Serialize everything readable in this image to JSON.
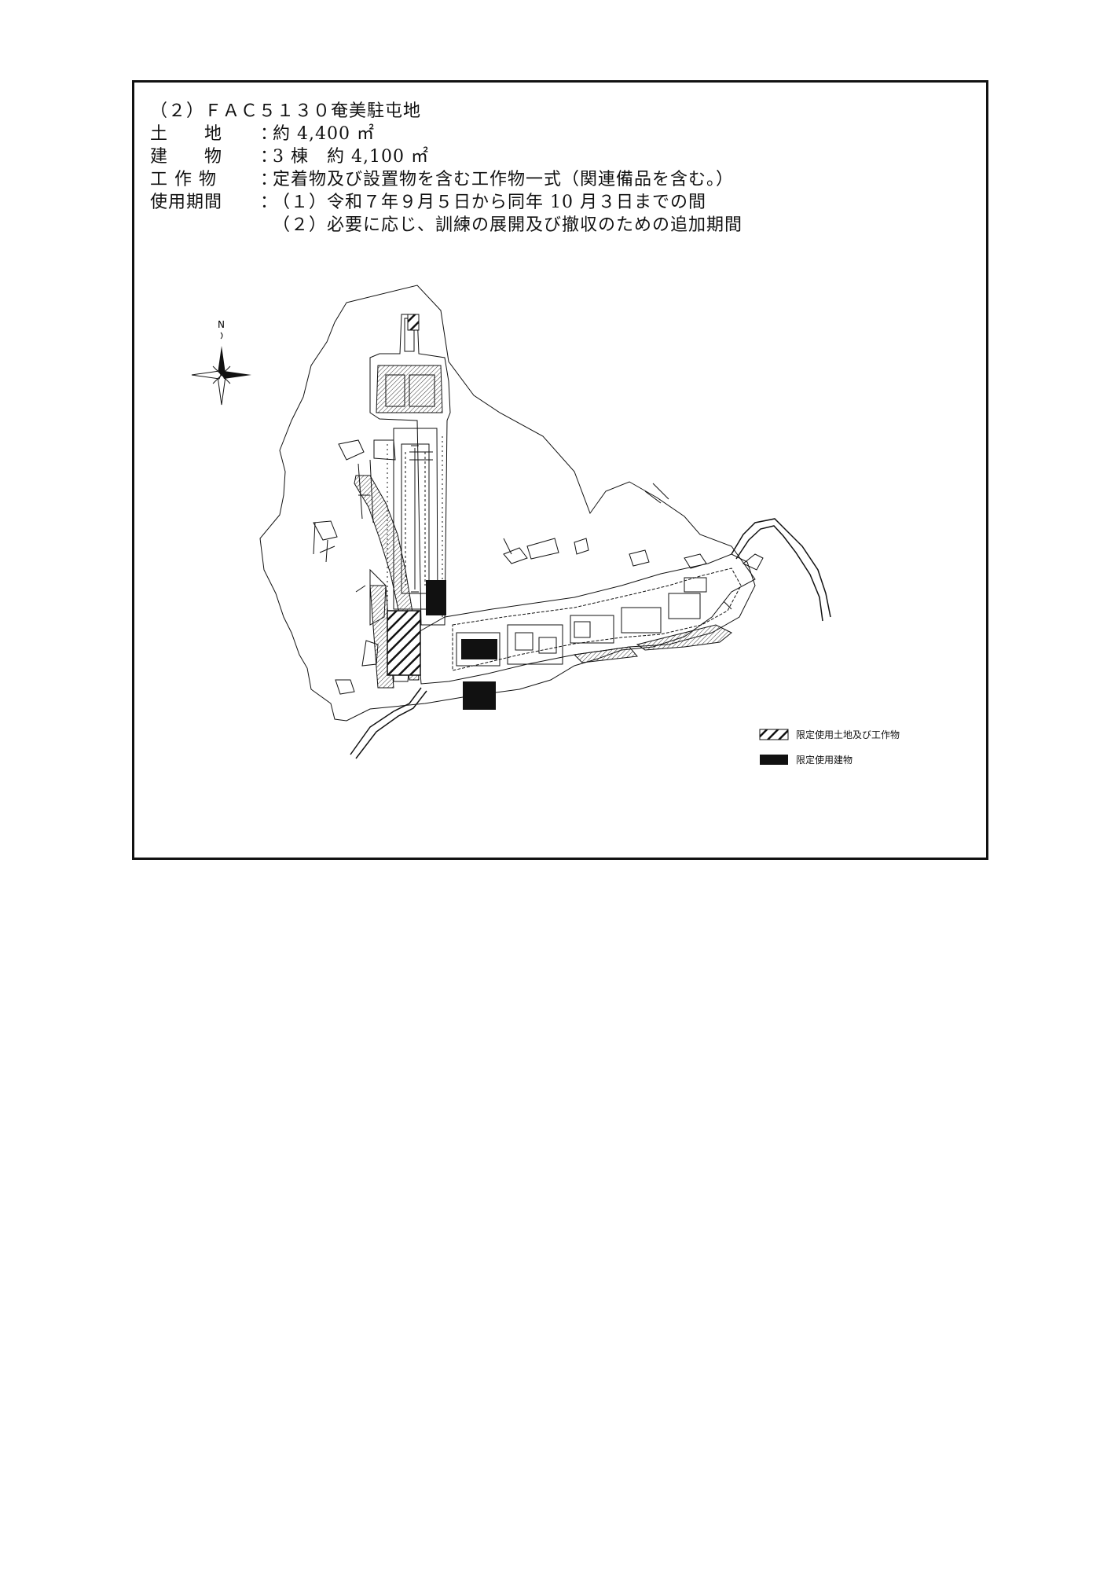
{
  "document": {
    "title": "（２）ＦＡＣ５１３０奄美駐屯地",
    "rows": [
      {
        "label": "土　　地",
        "value": "約 4,400 ㎡"
      },
      {
        "label": "建　　物",
        "value": "3 棟　約 4,100 ㎡"
      },
      {
        "label": "工 作 物",
        "value": "定着物及び設置物を含む工作物一式（関連備品を含む。）"
      },
      {
        "label": "使用期間",
        "value": "（１）令和７年９月５日から同年 10 月３日までの間"
      }
    ],
    "continuation": "（２）必要に応じ、訓練の展開及び撤収のための追加期間",
    "colon": "："
  },
  "map": {
    "north_label": "N",
    "legend": [
      {
        "pattern": "hatched",
        "label": "限定使用土地及び工作物"
      },
      {
        "pattern": "solid",
        "label": "限定使用建物"
      }
    ],
    "colors": {
      "line": "#111111",
      "fill_solid": "#111111",
      "background": "#ffffff"
    }
  }
}
